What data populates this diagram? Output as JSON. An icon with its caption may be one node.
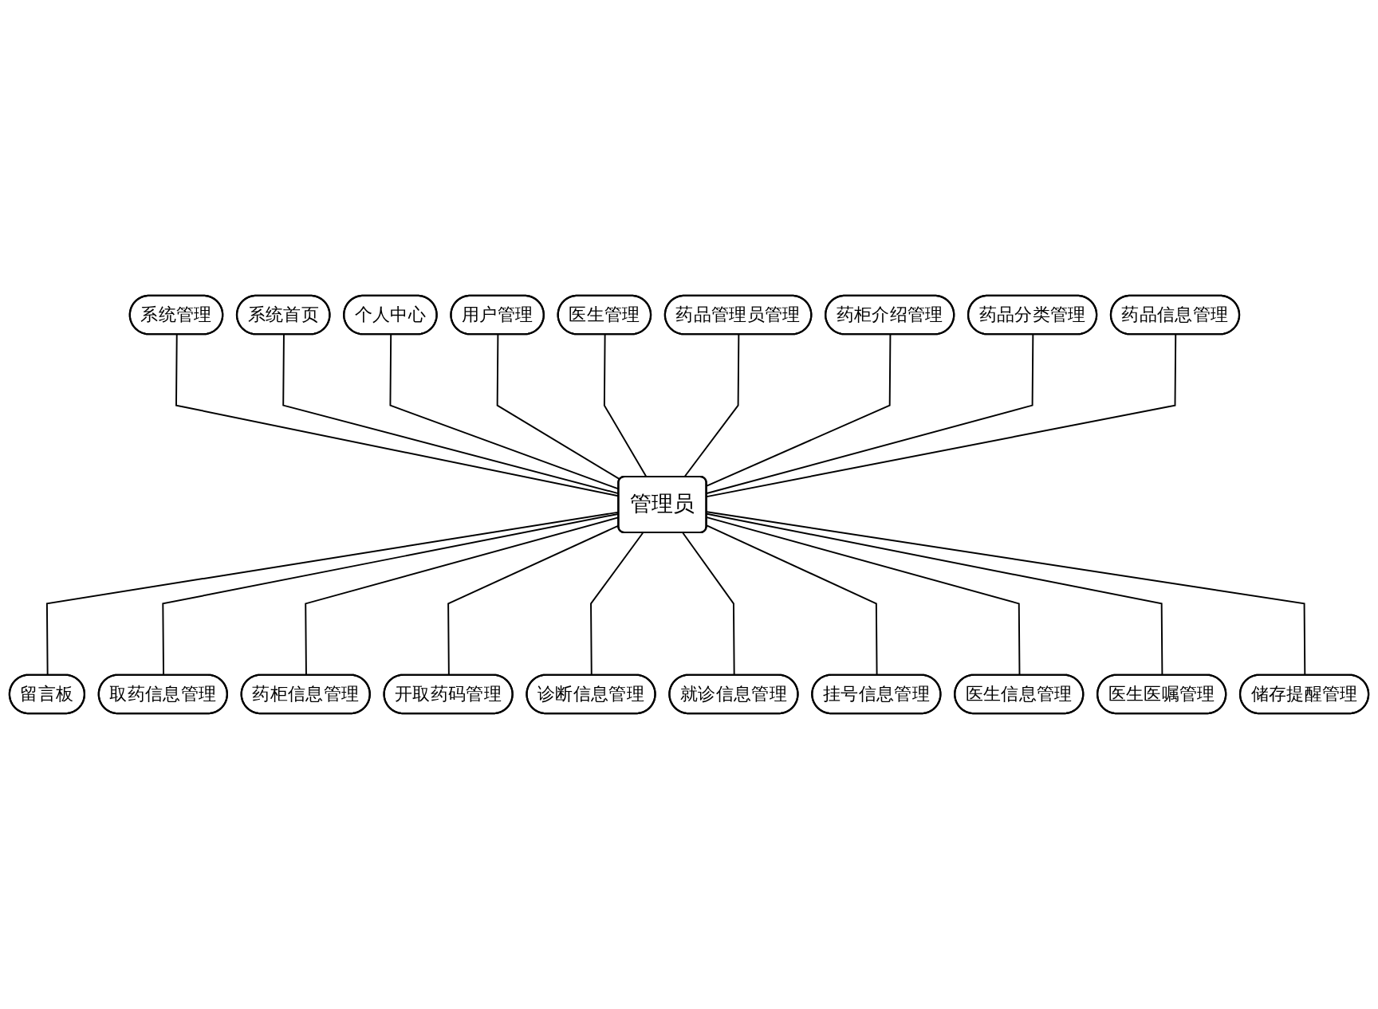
{
  "diagram": {
    "nodes": [
      {
        "text": [
          "系统首页"
        ]
      },
      {
        "text": [
          "个人中心"
        ]
      },
      {
        "text": [
          "用户管理"
        ]
      },
      {
        "text": [
          "医生管理"
        ]
      },
      {
        "text": [
          "药品管理员管理"
        ]
      },
      {
        "text": [
          "药柜介绍管理"
        ]
      },
      {
        "text": [
          "药品分类管理"
        ]
      },
      {
        "text": [
          "系统管理"
        ]
      },
      {
        "text": [
          "药品信息管理"
        ]
      },
      {
        "text": [
          "留言板"
        ]
      },
      {
        "text": [
          "管理员"
        ]
      },
      {
        "text": [
          "储存提醒管理"
        ]
      },
      {
        "text": [
          "取药信息管理"
        ]
      },
      {
        "text": [
          "药柜信息管理"
        ]
      },
      {
        "text": [
          "开取药码管理"
        ]
      },
      {
        "text": [
          "诊断信息管理"
        ]
      },
      {
        "text": [
          "就诊信息管理"
        ]
      },
      {
        "text": [
          "挂号信息管理"
        ]
      },
      {
        "text": [
          "医生信息管理"
        ]
      },
      {
        "text": [
          "医生医嘱管理"
        ]
      }
    ],
    "edges": [
      {
        "from": 7,
        "to": 10,
        "arrow": "none"
      },
      {
        "from": 0,
        "to": 10,
        "arrow": "none"
      },
      {
        "from": 1,
        "to": 10,
        "arrow": "none"
      },
      {
        "from": 2,
        "to": 10,
        "arrow": "none"
      },
      {
        "from": 3,
        "to": 10,
        "arrow": "none"
      },
      {
        "from": 4,
        "to": 10,
        "arrow": "none"
      },
      {
        "from": 5,
        "to": 10,
        "arrow": "none"
      },
      {
        "from": 6,
        "to": 10,
        "arrow": "none"
      },
      {
        "from": 8,
        "to": 10,
        "arrow": "none"
      },
      {
        "from": 10,
        "to": 9,
        "arrow": "none"
      },
      {
        "from": 10,
        "to": 12,
        "arrow": "none"
      },
      {
        "from": 10,
        "to": 13,
        "arrow": "none"
      },
      {
        "from": 10,
        "to": 14,
        "arrow": "none"
      },
      {
        "from": 10,
        "to": 15,
        "arrow": "none"
      },
      {
        "from": 10,
        "to": 16,
        "arrow": "none"
      },
      {
        "from": 10,
        "to": 17,
        "arrow": "none"
      },
      {
        "from": 10,
        "to": 18,
        "arrow": "none"
      },
      {
        "from": 10,
        "to": 19,
        "arrow": "none"
      },
      {
        "from": 10,
        "to": 11,
        "arrow": "none"
      }
    ]
  }
}
